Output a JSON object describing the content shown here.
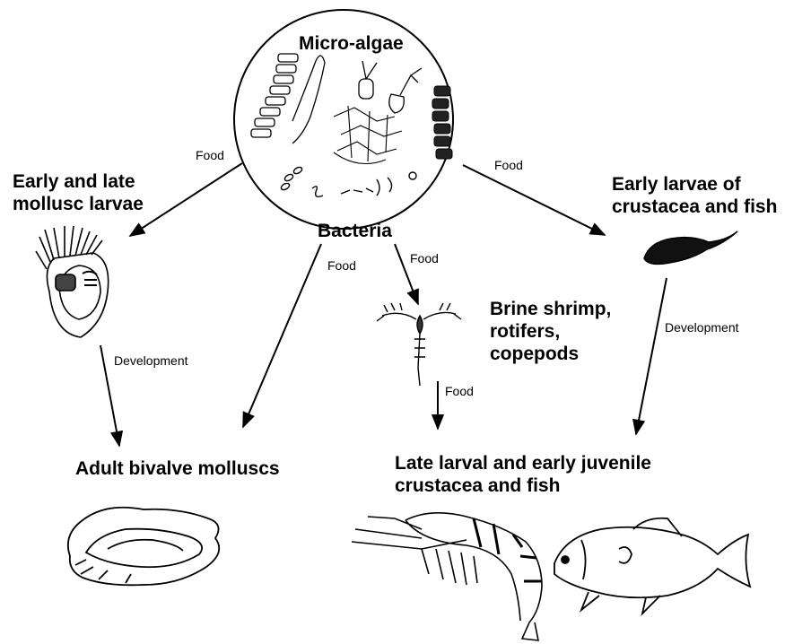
{
  "center": {
    "top_label": "Micro-algae",
    "bottom_label": "Bacteria"
  },
  "nodes": {
    "mollusc_larvae": [
      "Early and late",
      "mollusc larvae"
    ],
    "crustacea_fish_larvae": [
      "Early larvae of",
      "crustacea and fish"
    ],
    "zooplankton": [
      "Brine shrimp,",
      "rotifers,",
      "copepods"
    ],
    "adult_bivalves": [
      "Adult bivalve molluscs"
    ],
    "late_larval": [
      "Late larval and early juvenile",
      "crustacea and fish"
    ]
  },
  "edges": {
    "food_left": "Food",
    "food_right": "Food",
    "food_center_left": "Food",
    "food_center": "Food",
    "food_zooplankton": "Food",
    "development_left": "Development",
    "development_right": "Development"
  },
  "colors": {
    "line": "#000000",
    "background": "#ffffff"
  },
  "icons": [
    "algae-cell-chain-icon",
    "bacteria-icon",
    "bivalve-larva-icon",
    "fish-larva-icon",
    "brine-shrimp-icon",
    "oyster-icon",
    "shrimp-icon",
    "fish-icon"
  ]
}
